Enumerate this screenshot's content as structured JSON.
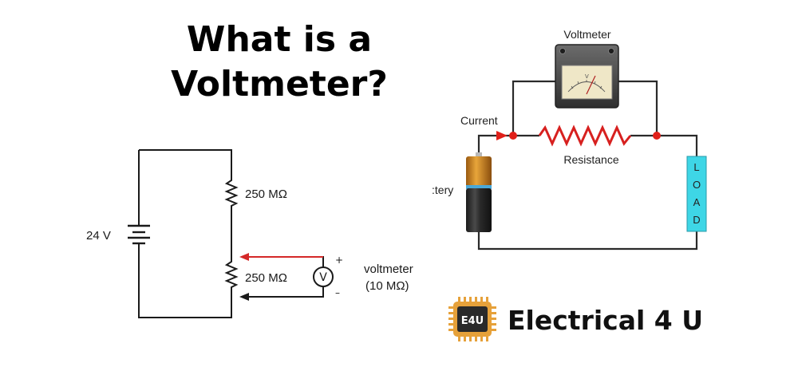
{
  "title": {
    "line1": "What is a",
    "line2": "Voltmeter?"
  },
  "left_circuit": {
    "source_label": "24 V",
    "r1_label": "250 MΩ",
    "r2_label": "250 MΩ",
    "meter_symbol": "V",
    "plus": "+",
    "minus": "–",
    "meter_label": "voltmeter",
    "meter_resistance": "(10 MΩ)"
  },
  "right_circuit": {
    "voltmeter_label": "Voltmeter",
    "meter_face_mark": "V",
    "current_label": "Current",
    "resistance_label": "Resistance",
    "battery_label": ":tery",
    "load_letters": [
      "L",
      "O",
      "A",
      "D"
    ]
  },
  "brand": {
    "logo_text": "E4U",
    "name": "Electrical 4 U"
  },
  "colors": {
    "wire": "#1a1a1a",
    "resistor": "#d7201f",
    "load": "#3ed6e6",
    "node": "#e0201a",
    "arrow_red": "#d42828"
  }
}
